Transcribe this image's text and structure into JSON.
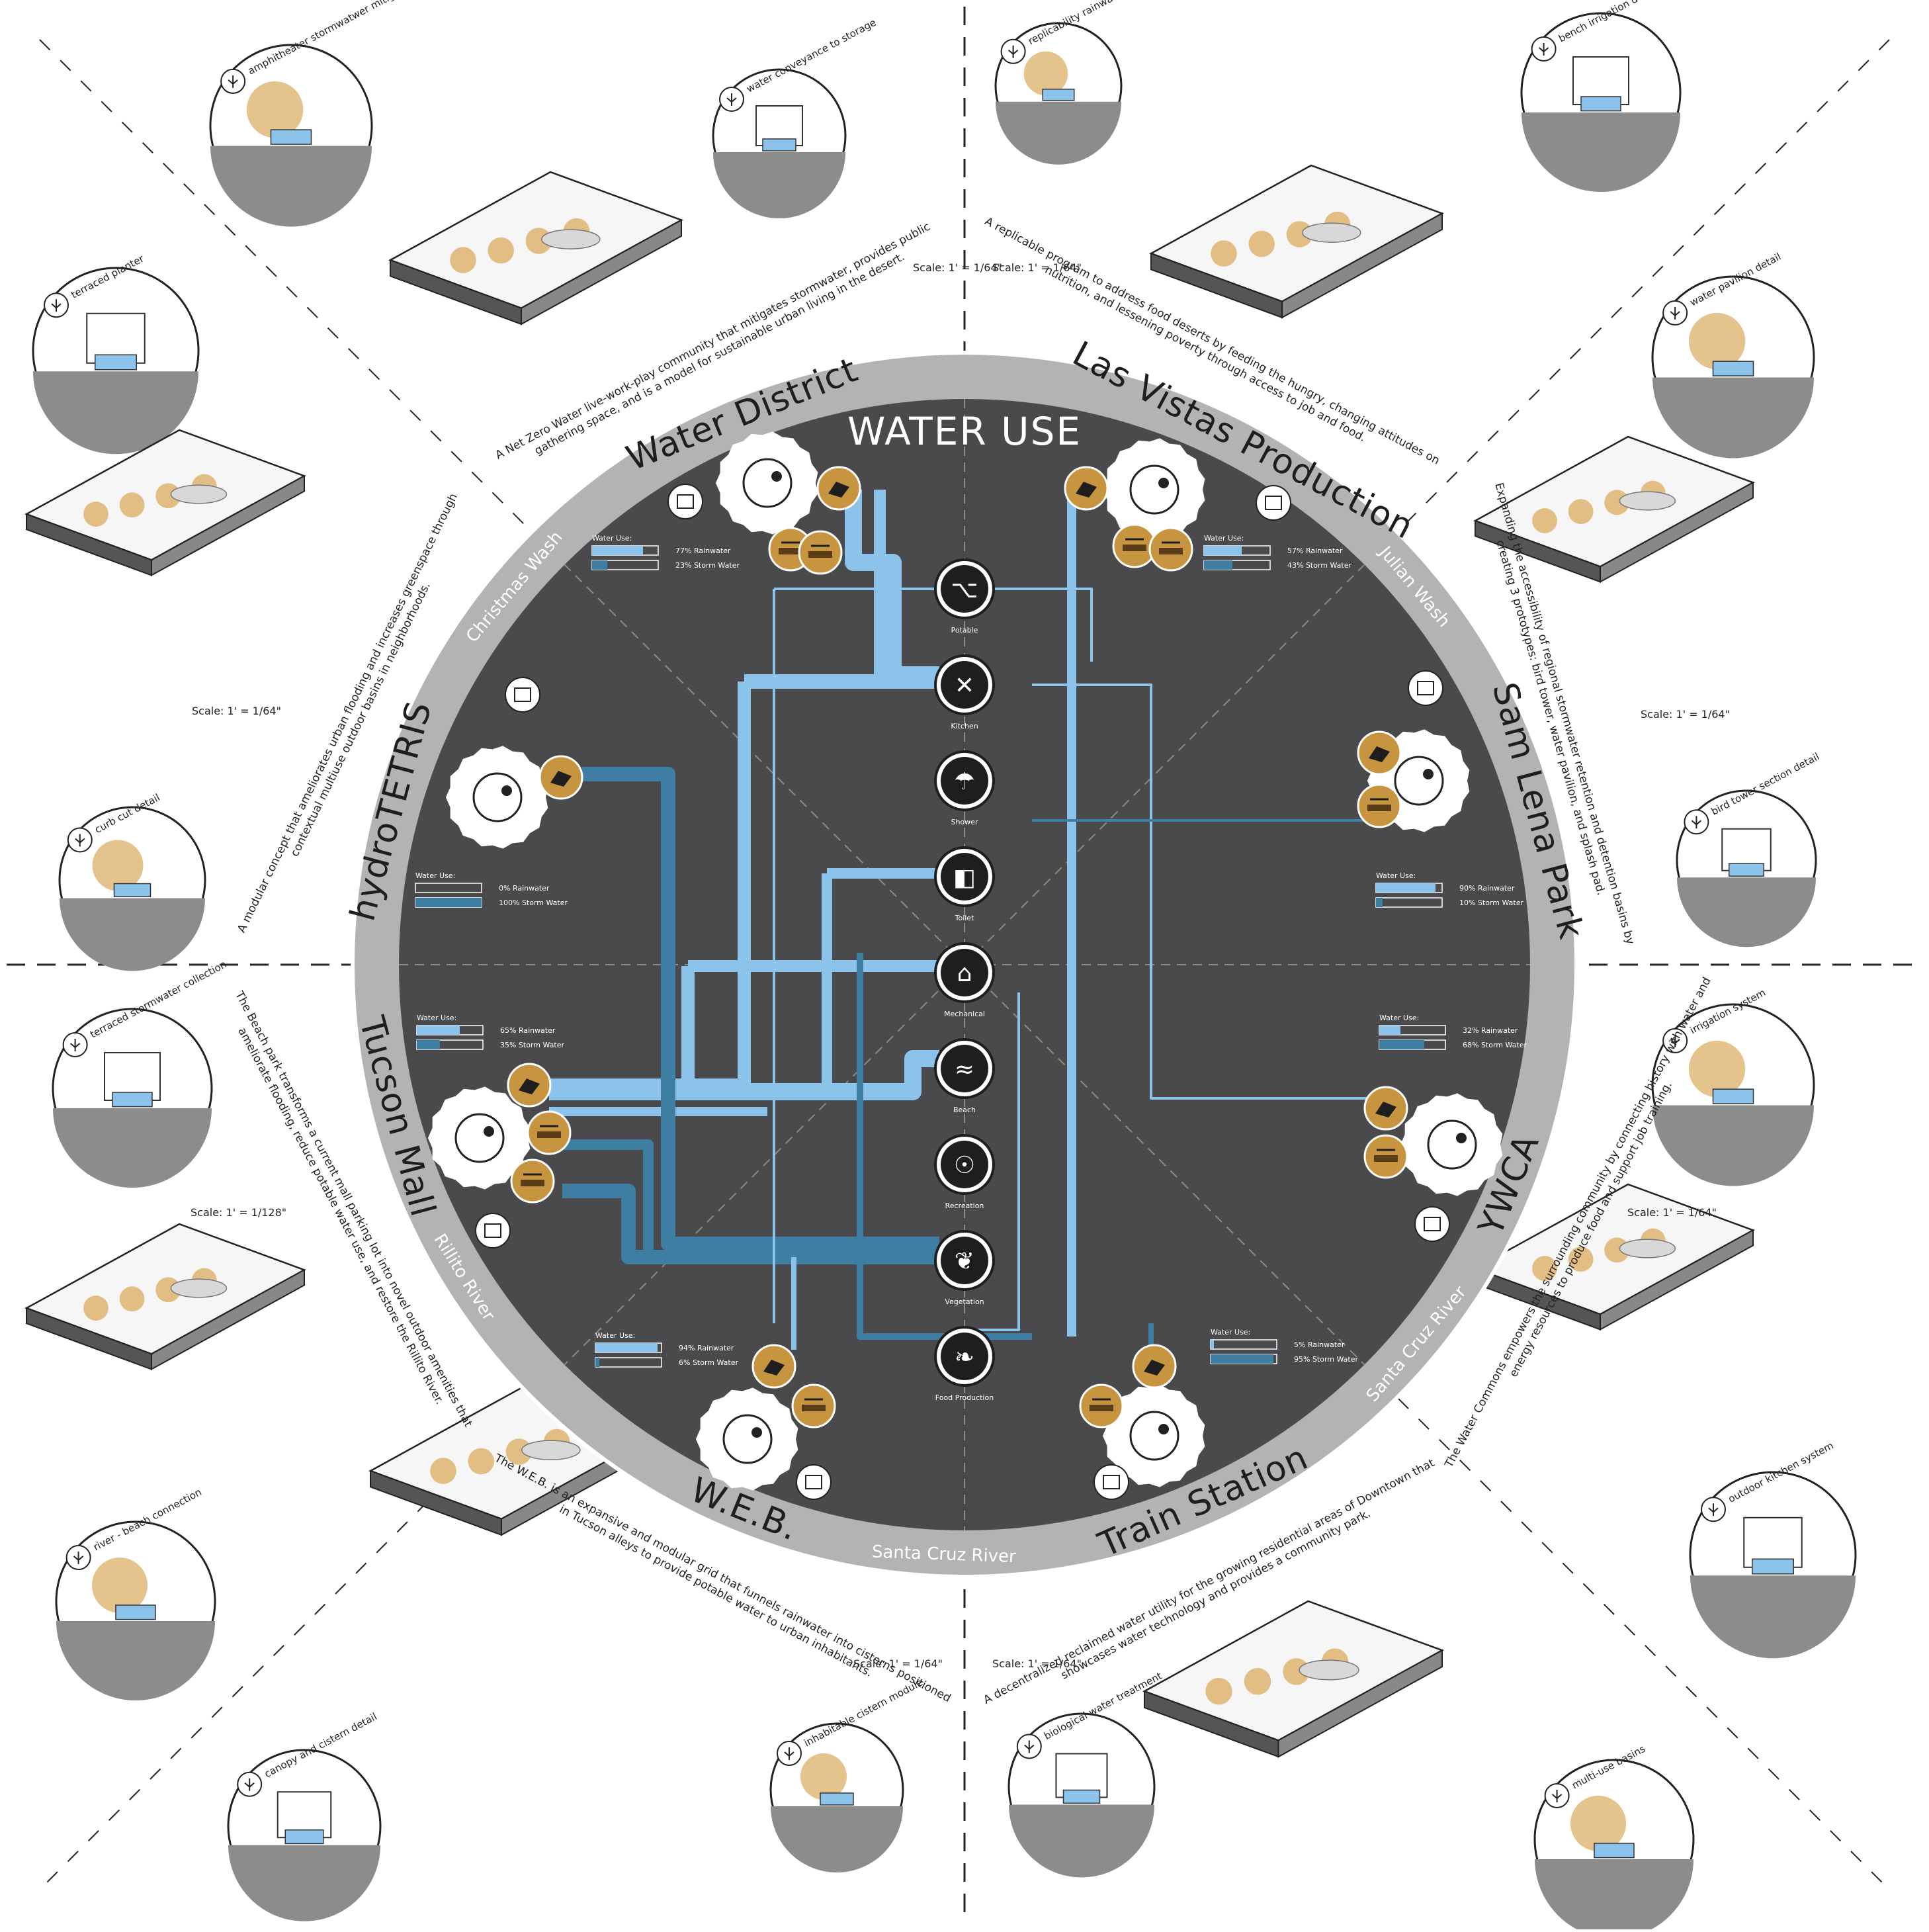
{
  "title": "WATER USE",
  "categories": [
    {
      "name": "Potable",
      "icon": "faucet-icon"
    },
    {
      "name": "Kitchen",
      "icon": "fork-knife-icon"
    },
    {
      "name": "Shower",
      "icon": "shower-icon"
    },
    {
      "name": "Toilet",
      "icon": "toilet-icon"
    },
    {
      "name": "Mechanical",
      "icon": "house-mechanical-icon"
    },
    {
      "name": "Beach",
      "icon": "wave-icon"
    },
    {
      "name": "Recreation",
      "icon": "swimmer-icon"
    },
    {
      "name": "Vegetation",
      "icon": "plant-icon"
    },
    {
      "name": "Food Production",
      "icon": "wheat-icon"
    }
  ],
  "projects": [
    {
      "key": "water-district",
      "name": "Water District",
      "wash": "Christmas Wash",
      "description": "A Net Zero Water live-work-play community that mitigates stormwater, provides public gathering space, and is a model for sustainable urban living in the desert.",
      "water_use_label": "Water Use:",
      "rain_label": "77% Rainwater",
      "storm_label": "23% Storm Water",
      "rain_fraction": 0.77,
      "storm_fraction": 0.23,
      "scale": "Scale: 1' = 1/64\"",
      "details": [
        "amphitheater stormwatwer mitigation",
        "water conveyance to storage"
      ]
    },
    {
      "key": "las-vistas",
      "name": "Las Vistas Production",
      "wash": "Julian Wash",
      "description": "A replicable program to address food deserts by feeding the hungry, changing attitudes on nutrition, and lessening poverty through access to job and food.",
      "water_use_label": "Water Use:",
      "rain_label": "57% Rainwater",
      "storm_label": "43% Storm Water",
      "rain_fraction": 0.57,
      "storm_fraction": 0.43,
      "scale": "Scale: 1' = 1/64\"",
      "details": [
        "replicability rainwater catchment",
        "bench irrigation detail"
      ]
    },
    {
      "key": "sam-lena",
      "name": "Sam Lena Park",
      "wash": "",
      "description": "Expanding the accessibility of regional stormwater retention and detention basins by creating 3 prototypes: bird tower, water pavilion, and splash pad.",
      "water_use_label": "Water Use:",
      "rain_label": "90% Rainwater",
      "storm_label": "10% Storm Water",
      "rain_fraction": 0.9,
      "storm_fraction": 0.1,
      "scale": "Scale: 1' = 1/64\"",
      "details": [
        "water pavilion detail",
        "bird tower section detail"
      ]
    },
    {
      "key": "ywca",
      "name": "YWCA",
      "wash": "Santa Cruz River",
      "description": "The Water Commons empowers the surrounding community by connecting history with water and energy resources to produce food and support job training.",
      "water_use_label": "Water Use:",
      "rain_label": "32% Rainwater",
      "storm_label": "68% Storm Water",
      "rain_fraction": 0.32,
      "storm_fraction": 0.68,
      "scale": "Scale: 1' = 1/64\"",
      "details": [
        "irrigation system",
        "outdoor kitchen system"
      ]
    },
    {
      "key": "train-station",
      "name": "Train Station",
      "wash": "Santa Cruz River",
      "description": "A decentralized reclaimed water utility for the growing residential areas of Downtown that showcases water technology and provides a community park.",
      "water_use_label": "Water Use:",
      "rain_label": "5% Rainwater",
      "storm_label": "95% Storm Water",
      "rain_fraction": 0.05,
      "storm_fraction": 0.95,
      "scale": "Scale: 1' = 1/64\"",
      "details": [
        "multi-use basins",
        "biological water treatment"
      ]
    },
    {
      "key": "web",
      "name": "W.E.B.",
      "wash": "",
      "description": "The W.E.B. is an expansive and modular grid that funnels rainwater into cisterns positioned in Tucson alleys to provide potable water to urban inhabitants.",
      "water_use_label": "Water Use:",
      "rain_label": "94% Rainwater",
      "storm_label": "6% Storm Water",
      "rain_fraction": 0.94,
      "storm_fraction": 0.06,
      "scale": "Scale: 1' = 1/64\"",
      "details": [
        "inhabitable cistern module",
        "canopy and cistern detail"
      ]
    },
    {
      "key": "tucson-mall",
      "name": "Tucson Mall",
      "wash": "Rillito River",
      "description": "The Beach park transforms a current mall parking lot into novel outdoor amenities that ameliorate flooding, reduce potable water use, and restore the Rillito River.",
      "water_use_label": "Water Use:",
      "rain_label": "65% Rainwater",
      "storm_label": "35% Storm Water",
      "rain_fraction": 0.65,
      "storm_fraction": 0.35,
      "scale": "Scale: 1' = 1/128\"",
      "details": [
        "river - beach connection",
        "terraced stormwater collection"
      ]
    },
    {
      "key": "hydrotetris",
      "name": "hydroTETRIS",
      "wash": "",
      "description": "A modular concept that ameliorates urban flooding and increases greenspace through contextual multiuse outdoor basins in neighborhoods.",
      "water_use_label": "Water Use:",
      "rain_label": "0% Rainwater",
      "storm_label": "100% Storm Water",
      "rain_fraction": 0.0,
      "storm_fraction": 1.0,
      "scale": "Scale: 1' = 1/64\"",
      "details": [
        "curb cut detail",
        "terraced planter"
      ]
    }
  ],
  "colors": {
    "disk": "#4a4a4c",
    "ring": "#b3b3b3",
    "rain": "#8cc3ea",
    "storm": "#3e7ea3",
    "gold": "#c7953f",
    "sand": "#e0b878"
  }
}
